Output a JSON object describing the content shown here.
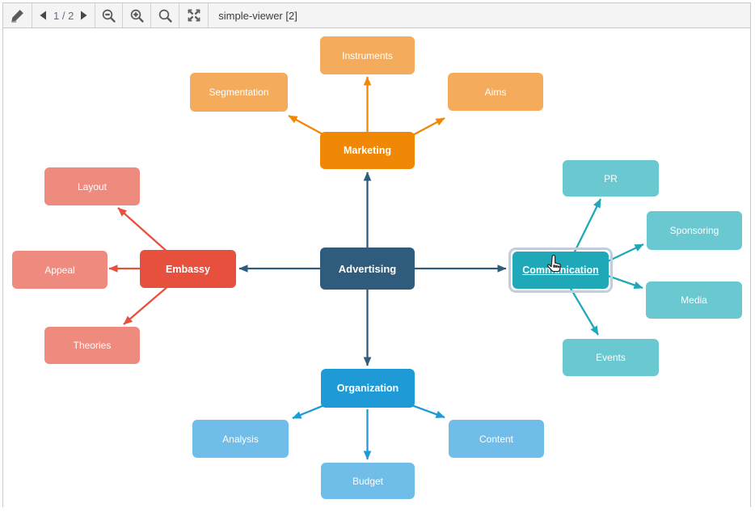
{
  "toolbar": {
    "title": "simple-viewer [2]",
    "page_indicator": "1 / 2",
    "buttons": [
      {
        "name": "edit",
        "icon": "pencil-icon"
      },
      {
        "name": "previous-page",
        "icon": "triangle-left-icon"
      },
      {
        "name": "next-page",
        "icon": "triangle-right-icon"
      },
      {
        "name": "zoom-out",
        "icon": "magnifier-minus-icon"
      },
      {
        "name": "zoom-in",
        "icon": "magnifier-plus-icon"
      },
      {
        "name": "zoom-fit",
        "icon": "magnifier-icon"
      },
      {
        "name": "fullscreen",
        "icon": "expand-arrows-icon"
      }
    ]
  },
  "diagram": {
    "selected": "Communication",
    "colors": {
      "navy": "#2F5B7C",
      "orange": "#F08705",
      "orange-light": "#F4AC5C",
      "red": "#E8503E",
      "red-light": "#EF8A7E",
      "teal": "#1FA8B8",
      "teal-light": "#69C8D0",
      "blue": "#1E9BD7",
      "blue-light": "#6FBDE8",
      "selection": "#C2CEDE"
    },
    "nodes": [
      {
        "id": "instruments",
        "label": "Instruments",
        "group": "marketing",
        "role": "child"
      },
      {
        "id": "segmentation",
        "label": "Segmentation",
        "group": "marketing",
        "role": "child"
      },
      {
        "id": "aims",
        "label": "Aims",
        "group": "marketing",
        "role": "child"
      },
      {
        "id": "marketing",
        "label": "Marketing",
        "group": "marketing",
        "role": "branch"
      },
      {
        "id": "layout",
        "label": "Layout",
        "group": "embassy",
        "role": "child"
      },
      {
        "id": "appeal",
        "label": "Appeal",
        "group": "embassy",
        "role": "child"
      },
      {
        "id": "theories",
        "label": "Theories",
        "group": "embassy",
        "role": "child"
      },
      {
        "id": "embassy",
        "label": "Embassy",
        "group": "embassy",
        "role": "branch"
      },
      {
        "id": "advertising",
        "label": "Advertising",
        "group": "center",
        "role": "center"
      },
      {
        "id": "communication",
        "label": "Communication",
        "group": "communication",
        "role": "branch"
      },
      {
        "id": "pr",
        "label": "PR",
        "group": "communication",
        "role": "child"
      },
      {
        "id": "sponsoring",
        "label": "Sponsoring",
        "group": "communication",
        "role": "child"
      },
      {
        "id": "media",
        "label": "Media",
        "group": "communication",
        "role": "child"
      },
      {
        "id": "events",
        "label": "Events",
        "group": "communication",
        "role": "child"
      },
      {
        "id": "organization",
        "label": "Organization",
        "group": "organization",
        "role": "branch"
      },
      {
        "id": "analysis",
        "label": "Analysis",
        "group": "organization",
        "role": "child"
      },
      {
        "id": "budget",
        "label": "Budget",
        "group": "organization",
        "role": "child"
      },
      {
        "id": "content",
        "label": "Content",
        "group": "organization",
        "role": "child"
      }
    ],
    "edges": [
      {
        "from": "advertising",
        "to": "marketing"
      },
      {
        "from": "advertising",
        "to": "embassy"
      },
      {
        "from": "advertising",
        "to": "communication"
      },
      {
        "from": "advertising",
        "to": "organization"
      },
      {
        "from": "marketing",
        "to": "instruments"
      },
      {
        "from": "marketing",
        "to": "segmentation"
      },
      {
        "from": "marketing",
        "to": "aims"
      },
      {
        "from": "embassy",
        "to": "layout"
      },
      {
        "from": "embassy",
        "to": "appeal"
      },
      {
        "from": "embassy",
        "to": "theories"
      },
      {
        "from": "communication",
        "to": "pr"
      },
      {
        "from": "communication",
        "to": "sponsoring"
      },
      {
        "from": "communication",
        "to": "media"
      },
      {
        "from": "communication",
        "to": "events"
      },
      {
        "from": "organization",
        "to": "analysis"
      },
      {
        "from": "organization",
        "to": "budget"
      },
      {
        "from": "organization",
        "to": "content"
      }
    ]
  }
}
